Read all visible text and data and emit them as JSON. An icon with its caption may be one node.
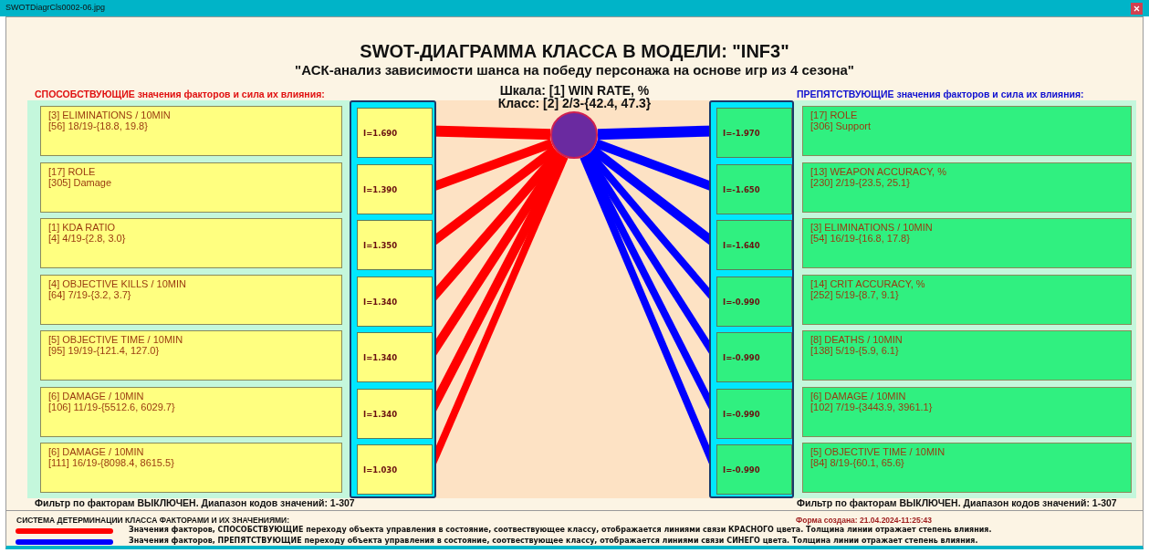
{
  "diagram": {
    "title": "SWOT-ДИАГРАММА КЛАССА В МОДЕЛИ: \"INF3\"",
    "nodes": [
      {
        "text": [],
        "shape": "box"
      },
      {
        "text": [
          "[3] ELIMINATIONS / 10MIN",
          "[56] 18/19-{18.8, 19.8}"
        ],
        "in": 0
      },
      {
        "text": [
          "[17] ROLE",
          "[305] Damage"
        ],
        "in": 0
      },
      {
        "text": [
          "[1] KDA RATIO",
          "[4] 4/19-{2.8, 3.0}"
        ],
        "in": 0
      },
      {
        "text": [
          "[4] OBJECTIVE KILLS / 10MIN",
          "[64] 7/19-{3.2, 3.7}"
        ],
        "in": 0
      },
      {
        "text": [
          "[5] OBJECTIVE TIME / 10MIN",
          "[95] 19/19-{121.4, 127.0}"
        ],
        "in": 0
      },
      {
        "text": [
          "[6] DAMAGE / 10MIN",
          "[106] 11/19-{5512.6, 6029.7}"
        ],
        "in": 0
      },
      {
        "text": [
          "[6] DAMAGE / 10MIN",
          "[111] 16/19-{8098.4, 8615.5}"
        ],
        "in": 0
      },
      {
        "text": [],
        "shape": "box"
      },
      {
        "text": [
          "I=1.690"
        ],
        "in": 8
      },
      {
        "text": [
          "I=1.390"
        ],
        "in": 8
      },
      {
        "text": [
          "I=1.350"
        ],
        "in": 8
      },
      {
        "text": [
          "I=1.340"
        ],
        "in": 8
      },
      {
        "text": [
          "I=1.340"
        ],
        "in": 8
      },
      {
        "text": [
          "I=1.340"
        ],
        "in": 8
      },
      {
        "text": [
          "I=1.030"
        ],
        "in": 8
      },
      {
        "text": [],
        "shape": "circle"
      },
      {
        "text": [],
        "shape": "box"
      },
      {
        "text": [
          "I=-1.970"
        ],
        "in": 17
      },
      {
        "text": [
          "I=-1.650"
        ],
        "in": 17
      },
      {
        "text": [
          "I=-1.640"
        ],
        "in": 17
      },
      {
        "text": [
          "I=-0.990"
        ],
        "in": 17
      },
      {
        "text": [
          "I=-0.990"
        ],
        "in": 17
      },
      {
        "text": [
          "I=-0.990"
        ],
        "in": 17
      },
      {
        "text": [
          "I=-0.990"
        ],
        "in": 17
      },
      {
        "text": [],
        "shape": "box"
      },
      {
        "text": [
          "[17] ROLE",
          "[306] Support"
        ],
        "in": 25
      },
      {
        "text": [
          "[13] WEAPON ACCURACY, %",
          "[230] 2/19-{23.5, 25.1}"
        ],
        "in": 25
      },
      {
        "text": [
          "[3] ELIMINATIONS / 10MIN",
          "[54] 16/19-{16.8, 17.8}"
        ],
        "in": 25
      },
      {
        "text": [
          "[14] CRIT ACCURACY, %",
          "[252] 5/19-{8.7, 9.1}"
        ],
        "in": 25
      },
      {
        "text": [
          "[8] DEATHS / 10MIN",
          "[138] 5/19-{5.9, 6.1}"
        ],
        "in": 25
      },
      {
        "text": [
          "[6] DAMAGE / 10MIN",
          "[102] 7/19-{3443.9, 3961.1}"
        ],
        "in": 25
      },
      {
        "text": [
          "[5] OBJECTIVE TIME / 10MIN",
          "[84] 8/19-{60.1, 65.6}"
        ],
        "in": 25
      }
    ],
    "edges": [
      {
        "from": 16,
        "to": 9,
        "arrow": "none",
        "color": "#ff0000"
      },
      {
        "from": 16,
        "to": 10,
        "arrow": "none",
        "color": "#ff0000"
      },
      {
        "from": 16,
        "to": 11,
        "arrow": "none",
        "color": "#ff0000"
      },
      {
        "from": 16,
        "to": 12,
        "arrow": "none",
        "color": "#ff0000"
      },
      {
        "from": 16,
        "to": 13,
        "arrow": "none",
        "color": "#ff0000"
      },
      {
        "from": 16,
        "to": 14,
        "arrow": "none",
        "color": "#ff0000"
      },
      {
        "from": 16,
        "to": 15,
        "arrow": "none",
        "color": "#ff0000"
      },
      {
        "from": 16,
        "to": 18,
        "arrow": "none",
        "color": "#0000ff"
      },
      {
        "from": 16,
        "to": 19,
        "arrow": "none",
        "color": "#0000ff"
      },
      {
        "from": 16,
        "to": 20,
        "arrow": "none",
        "color": "#0000ff"
      },
      {
        "from": 16,
        "to": 21,
        "arrow": "none",
        "color": "#0000ff"
      },
      {
        "from": 16,
        "to": 22,
        "arrow": "none",
        "color": "#0000ff"
      },
      {
        "from": 16,
        "to": 23,
        "arrow": "none",
        "color": "#0000ff"
      },
      {
        "from": 16,
        "to": 24,
        "arrow": "none",
        "color": "#0000ff"
      }
    ],
    "labels": [
      "SWOTDiagrCls0002-06.jpg",
      "\"АСК-анализ зависимости шанса на победу персонажа на основе игр из 4 сезона\"",
      "Шкала: [1] WIN RATE, %",
      "Класс: [2] 2/3-{42.4, 47.3}",
      "**СПОСОБСТВУЮЩИЕ** значения факторов и сила их влияния:",
      "**ПРЕПЯТСТВУЮЩИЕ** значения факторов и сила их влияния:",
      "Фильтр по факторам ВЫКЛЮЧЕН. Диапазон кодов значений: 1-307",
      "Фильтр по факторам ВЫКЛЮЧЕН. Диапазон кодов значений: 1-307",
      "СИСТЕМА ДЕТЕРМИНАЦИИ КЛАССА ФАКТОРАМИ И ИХ ЗНАЧЕНИЯМИ:",
      "Форма создана: 21.04.2024-11:25:43"
    ],
    "legend": [
      {
        "text": "Значения факторов, СПОСОБСТВУЮЩИЕ переходу объекта управления в состояние, соотвествующее классу, отображается линиями связи КРАСНОГО цвета. Толщина линии отражает степень влияния."
      },
      {
        "text": "Значения факторов, ПРЕПЯТСТВУЮЩИЕ переходу объекта управления в состояние, соотвествующее классу, отображается линиями связи СИНЕГО цвета. Толщина линии отражает степень влияния."
      }
    ]
  }
}
